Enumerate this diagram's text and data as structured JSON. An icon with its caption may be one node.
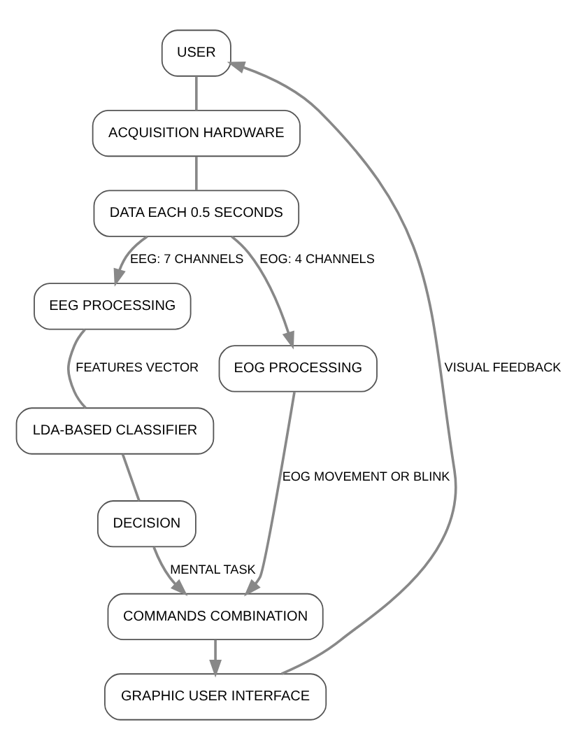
{
  "diagram": {
    "nodes": [
      {
        "text": [
          "USER"
        ]
      },
      {
        "text": [
          "ACQUISITION HARDWARE"
        ]
      },
      {
        "text": [
          "DATA EACH 0.5 SECONDS"
        ]
      },
      {
        "text": [
          "EEG PROCESSING"
        ]
      },
      {
        "text": [
          "LDA-BASED CLASSIFIER"
        ]
      },
      {
        "text": [
          "DECISION"
        ]
      },
      {
        "text": [
          "EOG PROCESSING"
        ]
      },
      {
        "text": [
          "COMMANDS COMBINATION"
        ]
      },
      {
        "text": [
          "GRAPHIC USER INTERFACE"
        ]
      }
    ],
    "edges": [
      {
        "from": 0,
        "to": 1,
        "arrow": "none"
      },
      {
        "from": 1,
        "to": 2,
        "arrow": "none"
      },
      {
        "from": 2,
        "to": 3,
        "arrow": "to",
        "label": "EEG: 7 CHANNELS"
      },
      {
        "from": 2,
        "to": 6,
        "arrow": "to",
        "label": "EOG: 4 CHANNELS"
      },
      {
        "from": 3,
        "to": 4,
        "arrow": "none",
        "label": "FEATURES VECTOR"
      },
      {
        "from": 4,
        "to": 5,
        "arrow": "none"
      },
      {
        "from": 5,
        "to": 7,
        "arrow": "to",
        "label": "MENTAL TASK"
      },
      {
        "from": 6,
        "to": 7,
        "arrow": "to",
        "label": "EOG MOVEMENT OR BLINK"
      },
      {
        "from": 7,
        "to": 8,
        "arrow": "to"
      },
      {
        "from": 8,
        "to": 0,
        "arrow": "to",
        "label": "VISUAL FEEDBACK"
      }
    ]
  }
}
